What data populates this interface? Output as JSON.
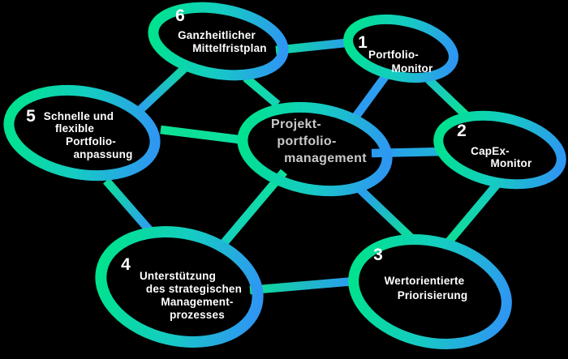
{
  "diagram_title": "Projektportfoliomanagement",
  "colors": {
    "background": "#000000",
    "gradient_green": "#00e28f",
    "gradient_blue": "#2e97f2",
    "center_text": "#c9c9c9",
    "node_text": "#ffffff"
  },
  "center": {
    "lines": [
      "Projekt-",
      "portfolio-",
      "management"
    ]
  },
  "nodes": [
    {
      "number": "1",
      "label_lines": [
        "Portfolio-",
        "Monitor"
      ]
    },
    {
      "number": "2",
      "label_lines": [
        "CapEx-",
        "Monitor"
      ]
    },
    {
      "number": "3",
      "label_lines": [
        "Wertorientierte",
        "Priorisierung"
      ]
    },
    {
      "number": "4",
      "label_lines": [
        "Unterstützung",
        "des strategischen",
        "Management-",
        "prozesses"
      ]
    },
    {
      "number": "5",
      "label_lines": [
        "Schnelle und",
        "flexible",
        "Portfolio-",
        "anpassung"
      ]
    },
    {
      "number": "6",
      "label_lines": [
        "Ganzheitlicher",
        "Mittelfristplan"
      ]
    }
  ]
}
